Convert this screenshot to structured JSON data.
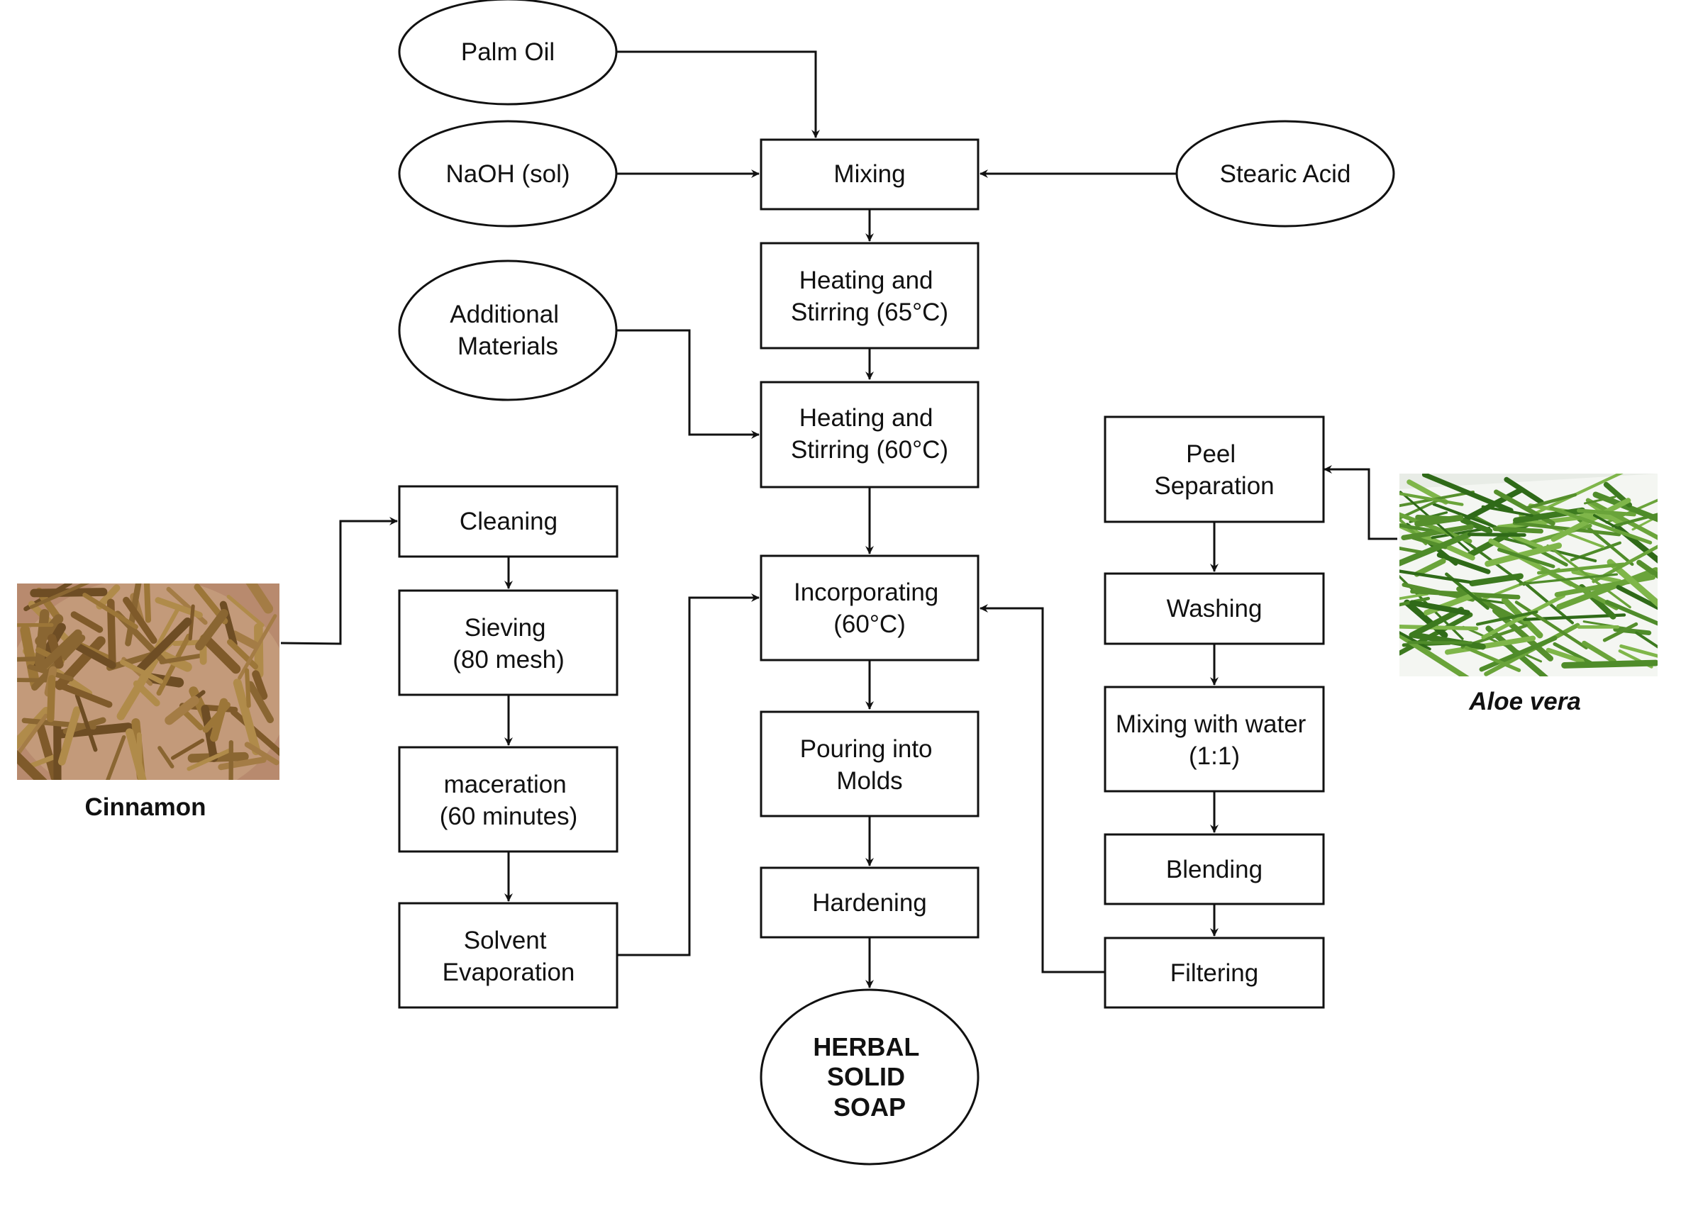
{
  "diagram": {
    "nodes": {
      "palm_oil": "Palm Oil",
      "naoh": "NaOH (sol)",
      "stearic_acid": "Stearic Acid",
      "mixing": "Mixing",
      "heating_65": [
        "Heating and",
        "Stirring (65°C)"
      ],
      "additional_materials": [
        "Additional",
        "Materials"
      ],
      "heating_60": [
        "Heating and",
        "Stirring (60°C)"
      ],
      "cleaning": "Cleaning",
      "sieving": [
        "Sieving",
        "(80 mesh)"
      ],
      "maceration": [
        "maceration",
        "(60 minutes)"
      ],
      "solvent_evaporation": [
        "Solvent",
        "Evaporation"
      ],
      "incorporating": [
        "Incorporating",
        "(60°C)"
      ],
      "pouring": [
        "Pouring into",
        "Molds"
      ],
      "hardening": "Hardening",
      "herbal_soap": [
        "HERBAL",
        "SOLID",
        "SOAP"
      ],
      "peel_separation": [
        "Peel",
        "Separation"
      ],
      "washing": "Washing",
      "mixing_water": [
        "Mixing with water",
        "(1:1)"
      ],
      "blending": "Blending",
      "filtering": "Filtering"
    },
    "photos": {
      "cinnamon": "Cinnamon",
      "aloe_vera": "Aloe vera"
    },
    "colors": {
      "stroke": "#111111",
      "cinnamon_bg": "#b88a6e",
      "cinnamon_stick": "#9c7638",
      "aloe_bg": "#e8ece6",
      "aloe_leaf": "#4f8c2a"
    }
  }
}
